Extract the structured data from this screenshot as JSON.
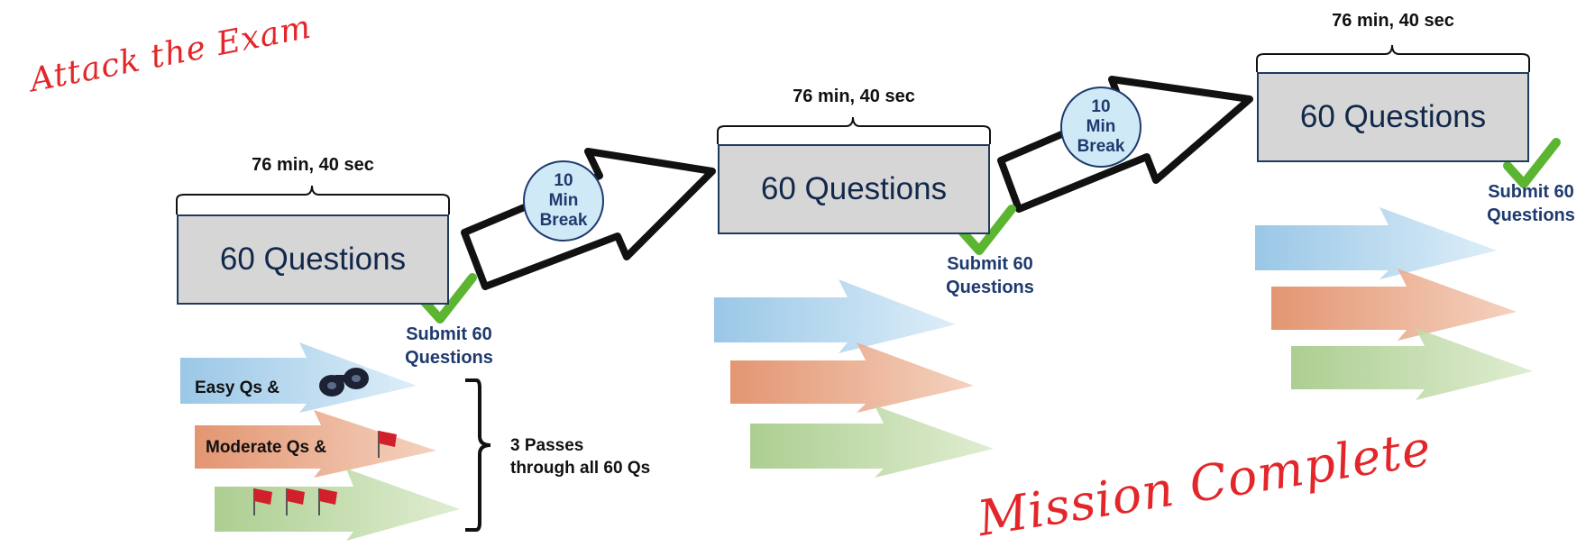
{
  "titles": {
    "attack": "Attack the Exam",
    "complete": "Mission Complete"
  },
  "blocks": [
    {
      "time": "76 min, 40 sec",
      "questions": "60 Questions",
      "submit_line1": "Submit 60",
      "submit_line2": "Questions"
    },
    {
      "time": "76 min, 40 sec",
      "questions": "60 Questions",
      "submit_line1": "Submit 60",
      "submit_line2": "Questions"
    },
    {
      "time": "76 min, 40 sec",
      "questions": "60 Questions",
      "submit_line1": "Submit 60",
      "submit_line2": "Questions"
    }
  ],
  "breaks": [
    {
      "line1": "10",
      "line2": "Min",
      "line3": "Break"
    },
    {
      "line1": "10",
      "line2": "Min",
      "line3": "Break"
    }
  ],
  "passes": {
    "easy": "Easy Qs &",
    "moderate": "Moderate Qs &",
    "summary_line1": "3 Passes",
    "summary_line2": "through all 60 Qs"
  },
  "colors": {
    "title_red": "#e3262a",
    "box_fill": "#d6d6d6",
    "navy": "#1f3a6e",
    "check_green": "#5bb531",
    "arrow_blue": "#a9d0ea",
    "arrow_orange": "#e49a77",
    "arrow_green": "#b5d39a",
    "flag_red": "#d1202b"
  },
  "icons": [
    "check-icon",
    "binoculars-icon",
    "flag-icon",
    "block-arrow-icon"
  ]
}
